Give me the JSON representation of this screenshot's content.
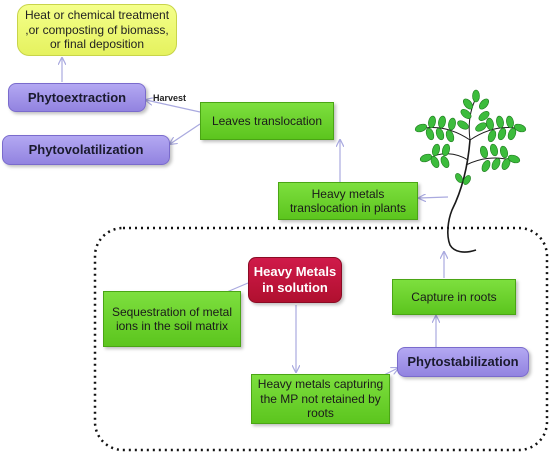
{
  "nodes": {
    "final_treatment": "Heat or chemical treatment ,or composting of biomass, or final deposition",
    "phytoextraction": "Phytoextraction",
    "phytovolatilization": "Phytovolatilization",
    "leaves_translocation": "Leaves translocation",
    "heavy_metals_translocation": "Heavy metals translocation in plants",
    "heavy_metals_solution": "Heavy Metals in solution",
    "sequestration": "Sequestration of metal ions in the soil matrix",
    "capture_roots": "Capture in roots",
    "phytostabilization": "Phytostabilization",
    "capturing_mp": "Heavy metals capturing the MP not retained by roots"
  },
  "edge_labels": {
    "harvest": "Harvest"
  },
  "colors": {
    "green_box": "#6ad32a",
    "purple_box": "#a397ea",
    "yellow_box": "#eef870",
    "red_box": "#c0143c",
    "arrow": "#a9a9df",
    "plant_leaf": "#3cbc3c",
    "plant_stem": "#1a1a1a"
  },
  "icons": [
    "plant-icon"
  ]
}
